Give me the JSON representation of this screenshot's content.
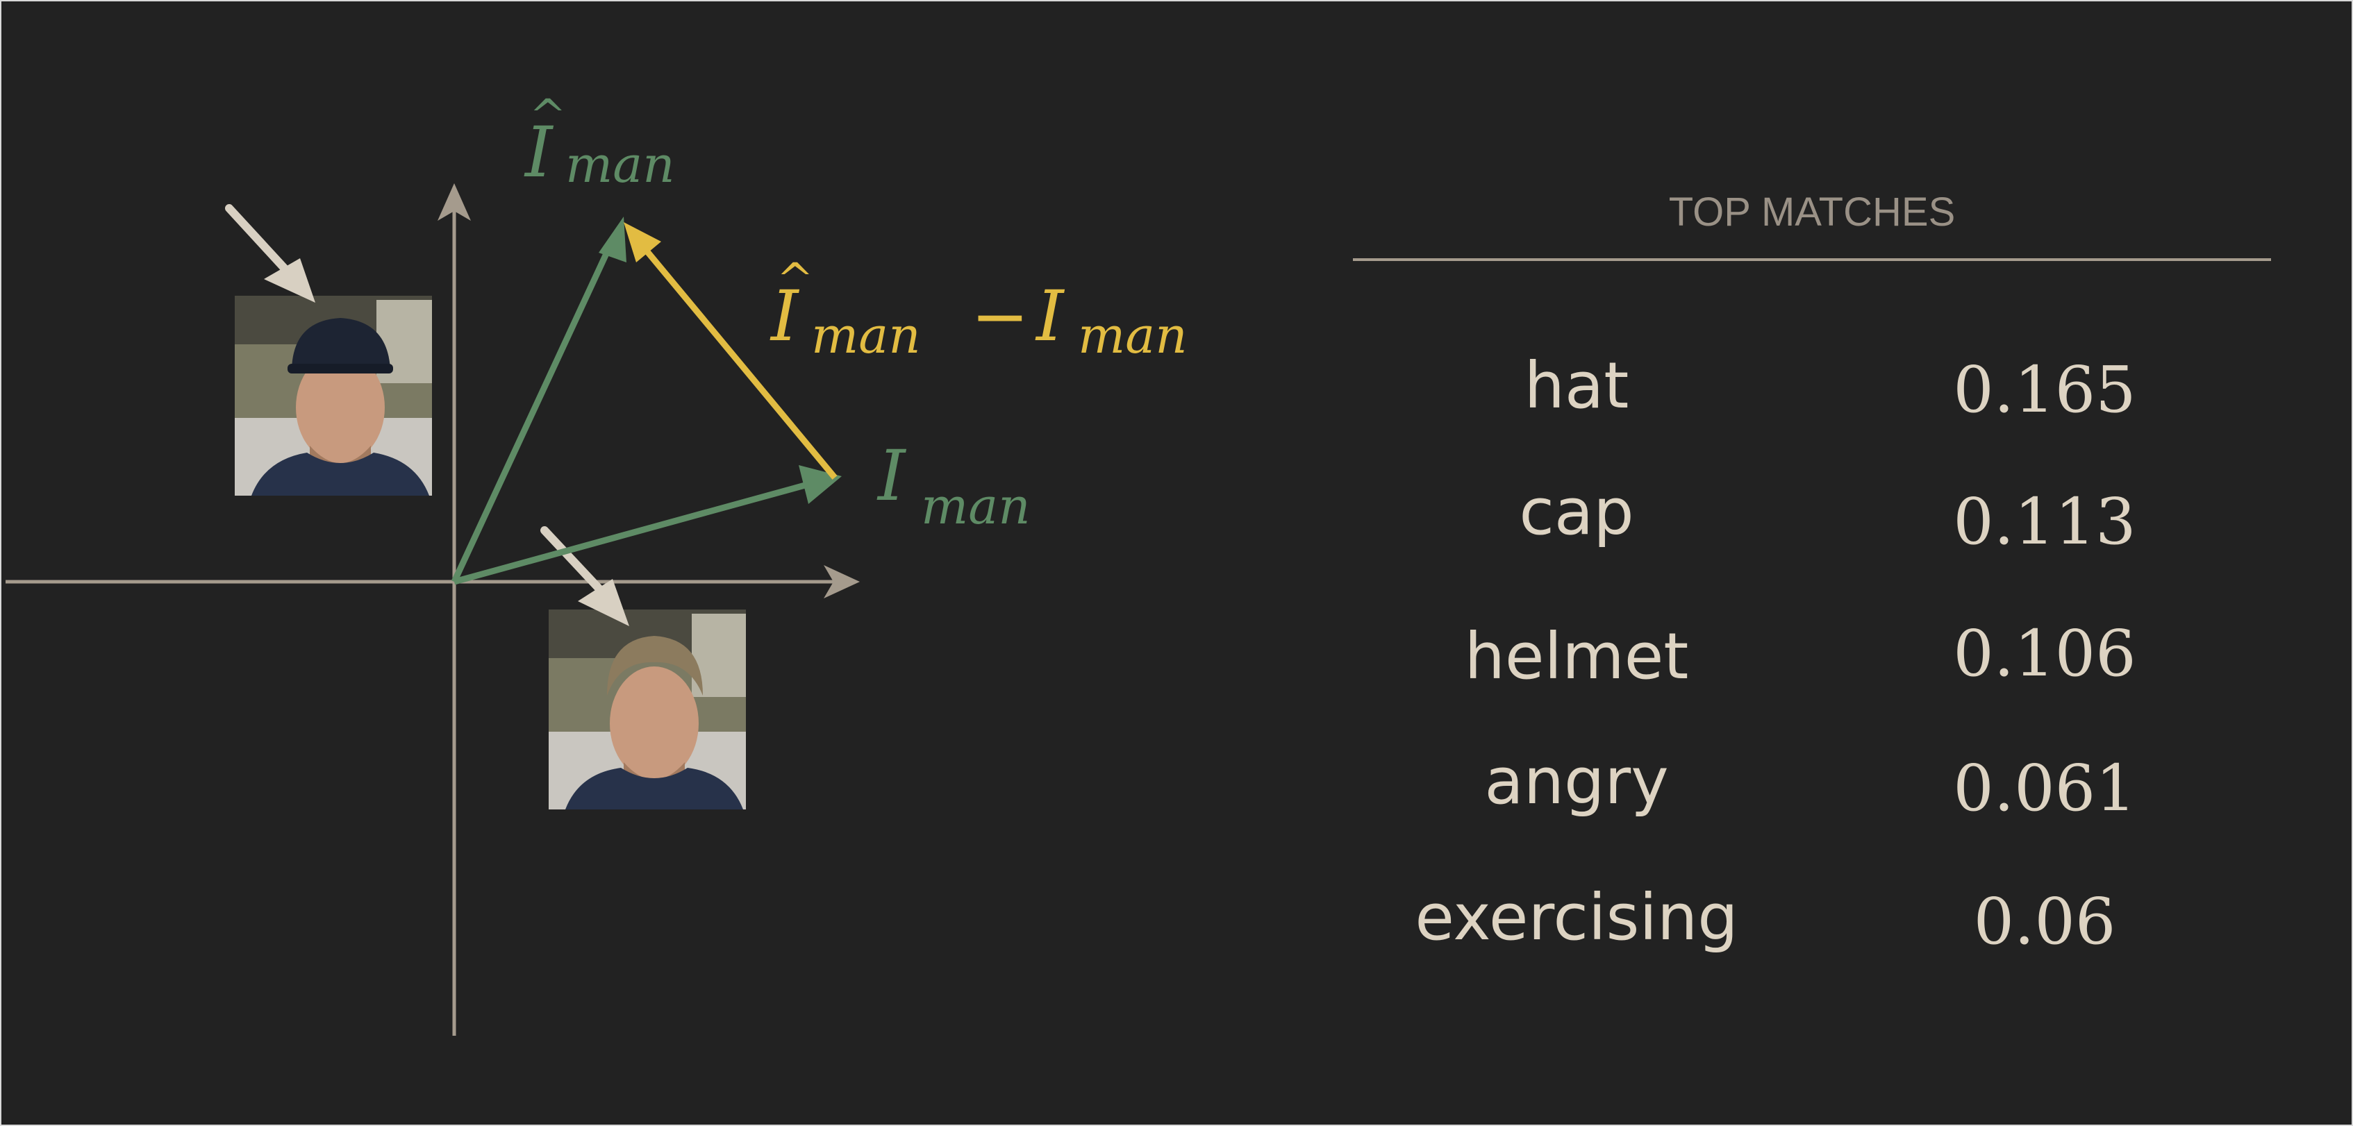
{
  "colors": {
    "background": "#222222",
    "axis": "#a59b8d",
    "vector_green": "#5e8b65",
    "vector_yellow": "#e2bc42",
    "pointer_arrow": "#d8d0c2",
    "text": "#ddd3c2",
    "heading": "#9a9186"
  },
  "diagram": {
    "label_i_hat_man": {
      "base": "I",
      "sub": "man",
      "accent": "^"
    },
    "label_i_man": {
      "base": "I",
      "sub": "man"
    },
    "label_difference": {
      "left_base": "I",
      "left_sub": "man",
      "left_accent": "^",
      "operator": "−",
      "right_base": "I",
      "right_sub": "man"
    },
    "photo_with_cap": "man-wearing-cap",
    "photo_without_cap": "man-without-cap"
  },
  "top_matches": {
    "heading": "TOP MATCHES",
    "rows": [
      {
        "word": "hat",
        "score": "0.165"
      },
      {
        "word": "cap",
        "score": "0.113"
      },
      {
        "word": "helmet",
        "score": "0.106"
      },
      {
        "word": "angry",
        "score": "0.061"
      },
      {
        "word": "exercising",
        "score": "0.06"
      }
    ]
  }
}
